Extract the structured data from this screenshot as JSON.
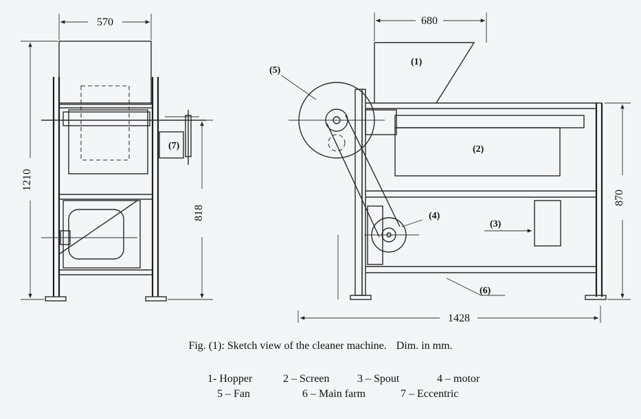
{
  "dimensions": {
    "front_width": "570",
    "front_height": "1210",
    "front_mid_height": "818",
    "side_top_width": "680",
    "side_height": "870",
    "side_length": "1428"
  },
  "part_labels": {
    "p1": "(1)",
    "p2": "(2)",
    "p3": "(3)",
    "p4": "(4)",
    "p5": "(5)",
    "p6": "(6)",
    "p7": "(7)"
  },
  "caption": {
    "text": "Fig. (1): Sketch view of the cleaner machine.",
    "units": "Dim. in mm."
  },
  "legend": {
    "row1": [
      "1- Hopper",
      "2 – Screen",
      "3 – Spout",
      "4 – motor"
    ],
    "row2": [
      "5 – Fan",
      "6 – Main farm",
      "7 – Eccentric"
    ]
  }
}
